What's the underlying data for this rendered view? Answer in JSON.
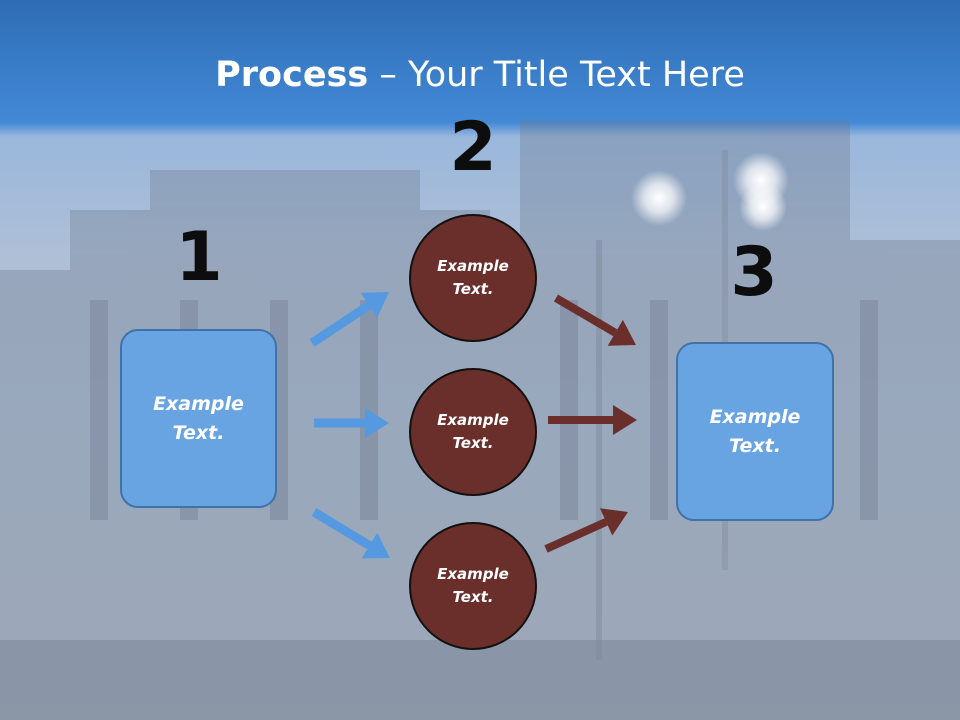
{
  "title": {
    "bold": "Process",
    "rest": " – Your Title Text Here"
  },
  "steps": [
    {
      "number": "1"
    },
    {
      "number": "2"
    },
    {
      "number": "3"
    }
  ],
  "left_box": {
    "line1": "Example",
    "line2": "Text."
  },
  "right_box": {
    "line1": "Example",
    "line2": "Text."
  },
  "circles": [
    {
      "line1": "Example",
      "line2": "Text."
    },
    {
      "line1": "Example",
      "line2": "Text."
    },
    {
      "line1": "Example",
      "line2": "Text."
    }
  ],
  "colors": {
    "title_band": "#3a7fcf",
    "box_fill": "#68a4e2",
    "box_border": "#3f73a8",
    "circle_fill": "#6a2f2b",
    "arrow_blue": "#5599e0",
    "arrow_brown": "#6a2f2b"
  }
}
